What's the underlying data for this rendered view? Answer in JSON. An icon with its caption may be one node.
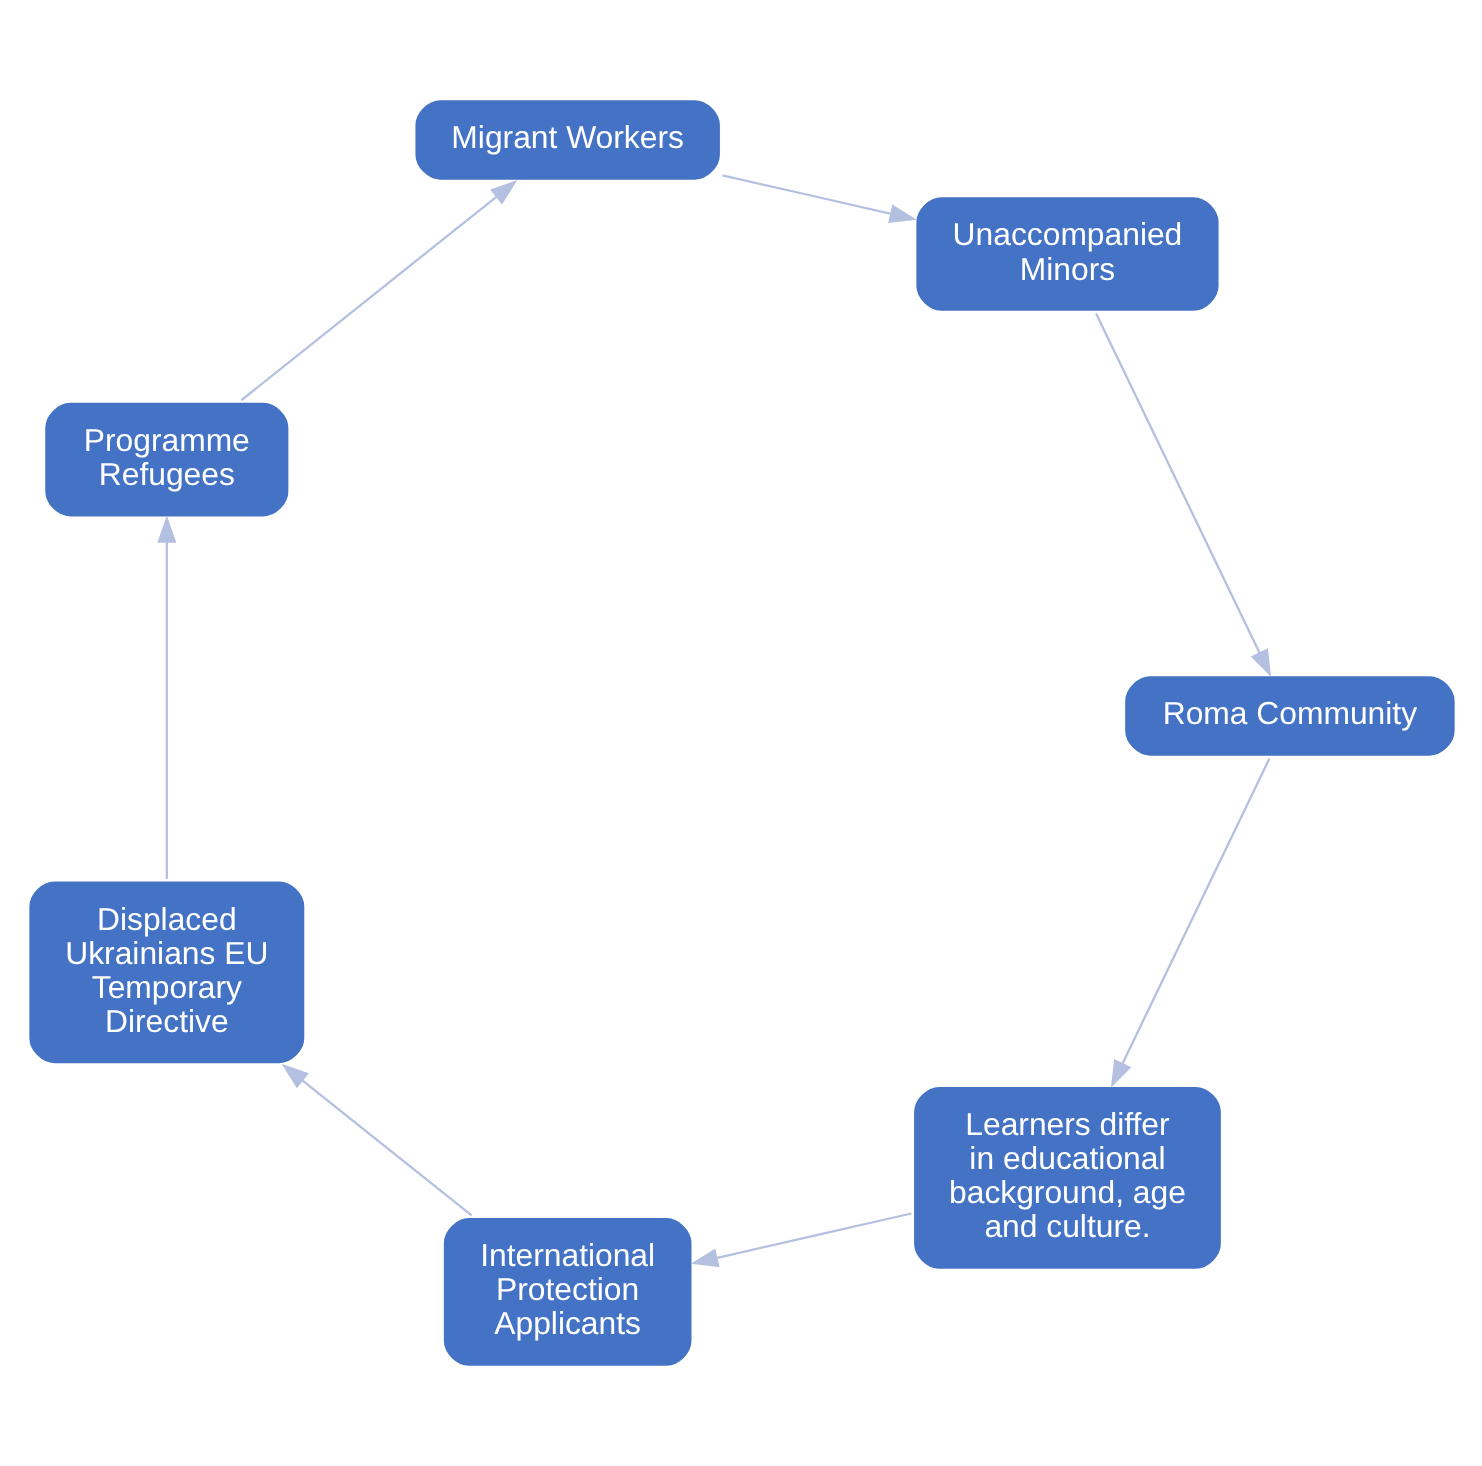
{
  "diagram": {
    "nodes": [
      {
        "text": [
          "Learners differ in educational background, age and culture."
        ]
      },
      {
        "text": [
          "International Protection Applicants"
        ]
      },
      {
        "text": [
          "Displaced Ukrainians EU Temporary Directive"
        ]
      },
      {
        "text": [
          "Programme Refugees"
        ]
      },
      {
        "text": [
          "Migrant Workers"
        ]
      },
      {
        "text": [
          "Unaccompanied Minors"
        ]
      },
      {
        "text": [
          "Roma Community"
        ]
      }
    ],
    "edges": [
      {
        "from": 0,
        "to": 1,
        "arrow": "to"
      },
      {
        "from": 1,
        "to": 2,
        "arrow": "to"
      },
      {
        "from": 2,
        "to": 3,
        "arrow": "to"
      },
      {
        "from": 3,
        "to": 4,
        "arrow": "to"
      },
      {
        "from": 4,
        "to": 5,
        "arrow": "to"
      },
      {
        "from": 5,
        "to": 6,
        "arrow": "to"
      },
      {
        "from": 6,
        "to": 0,
        "arrow": "to"
      }
    ]
  }
}
